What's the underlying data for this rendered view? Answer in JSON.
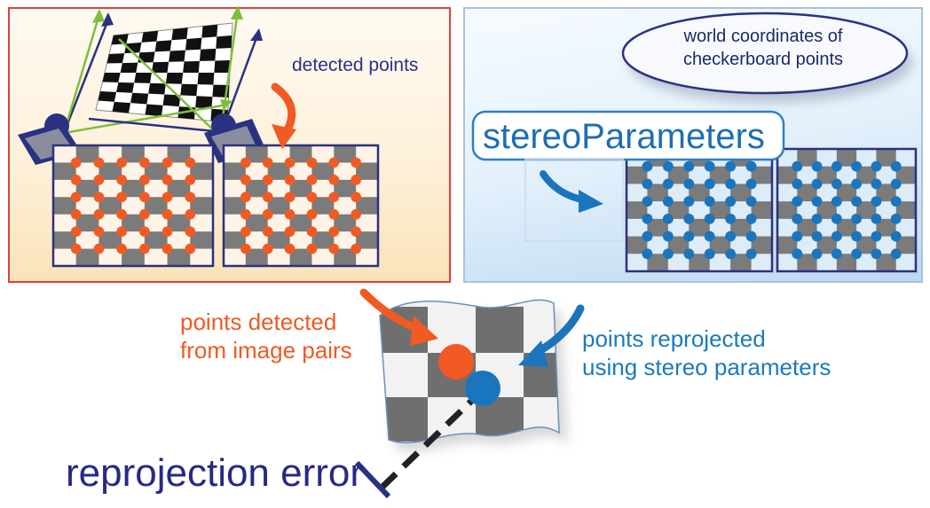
{
  "labels": {
    "detected_points": "detected points",
    "world_coordinates_line1": "world coordinates of",
    "world_coordinates_line2": "checkerboard points",
    "stereo_parameters": "stereoParameters",
    "points_detected_line1": "points detected",
    "points_detected_line2": "from image pairs",
    "points_reprojected_line1": "points reprojected",
    "points_reprojected_line2": "using stereo parameters",
    "reprojection_error": "reprojection error"
  },
  "colors": {
    "left_panel_border": "#e0403a",
    "right_panel_border": "#aac2dc",
    "detected_orange": "#f15a22",
    "reprojected_blue": "#1b75bc",
    "grid_border_navy": "#2b3181",
    "checker_gray": "#7b7b7b",
    "checker_light_left": "#fdf3e6",
    "checker_light_right": "#dcecf9",
    "camera_arrow_green": "#7dbf3b"
  },
  "icons": [
    "camera-icon",
    "checkerboard-icon",
    "curved-arrow-icon",
    "error-bracket-icon"
  ]
}
